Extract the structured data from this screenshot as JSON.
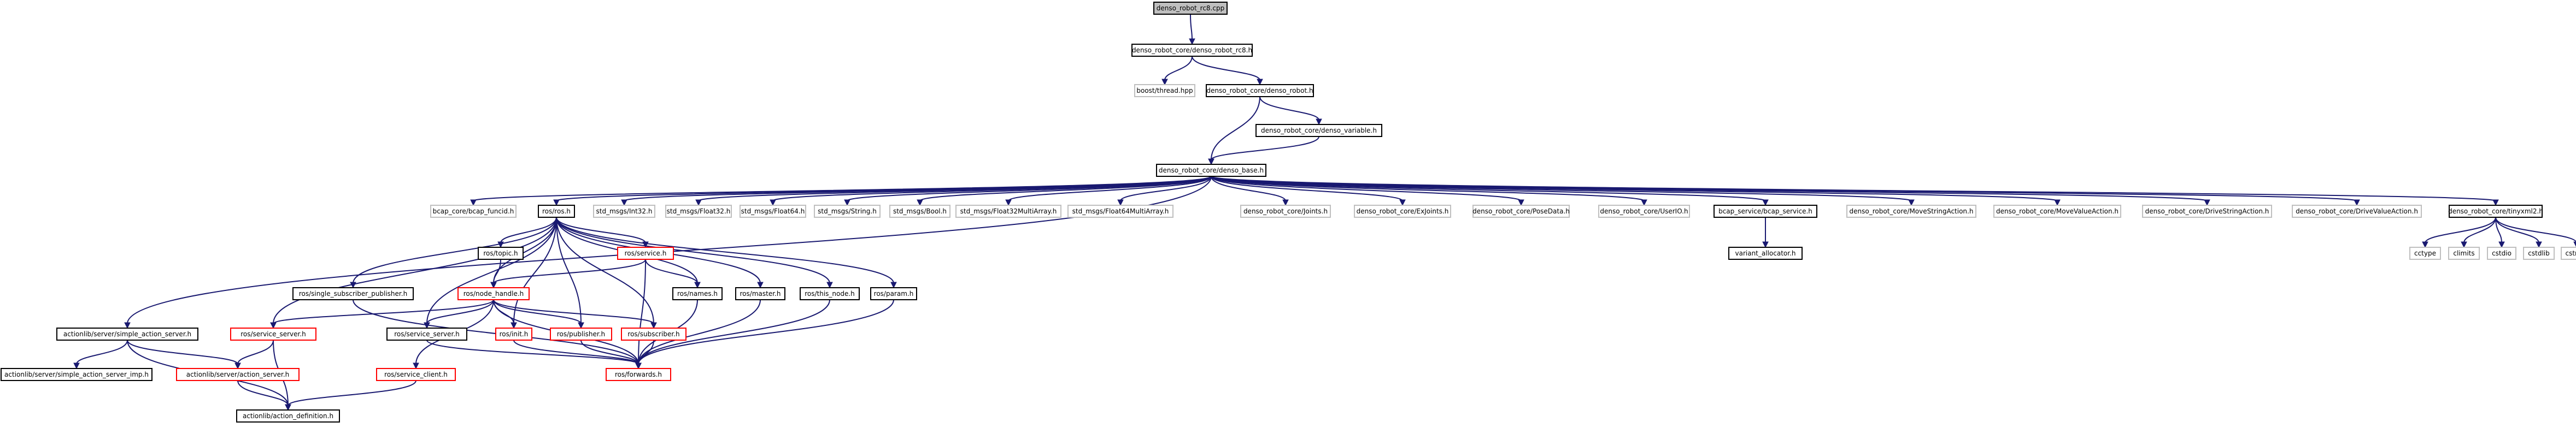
{
  "diagram": {
    "type": "include-dependency-graph",
    "colors": {
      "edge": "#191970",
      "border_default": "#000000",
      "border_truncated": "#ff0000",
      "border_external": "#bfbfbf",
      "fill_root": "#bfbfbf",
      "fill_default": "#ffffff",
      "text": "#000000",
      "text_external": "#000000"
    },
    "nodes": [
      {
        "id": "root",
        "label": "denso_robot_rc8.cpp",
        "style": "root"
      },
      {
        "id": "rc8h",
        "label": "denso_robot_core/denso_robot_rc8.h",
        "style": "default"
      },
      {
        "id": "thread",
        "label": "boost/thread.hpp",
        "style": "external"
      },
      {
        "id": "robot",
        "label": "denso_robot_core/denso_robot.h",
        "style": "default"
      },
      {
        "id": "variable",
        "label": "denso_robot_core/denso_variable.h",
        "style": "default"
      },
      {
        "id": "base",
        "label": "denso_robot_core/denso_base.h",
        "style": "default"
      },
      {
        "id": "bcapfuncid",
        "label": "bcap_core/bcap_funcid.h",
        "style": "external"
      },
      {
        "id": "ros",
        "label": "ros/ros.h",
        "style": "default"
      },
      {
        "id": "int32",
        "label": "std_msgs/Int32.h",
        "style": "external"
      },
      {
        "id": "float32",
        "label": "std_msgs/Float32.h",
        "style": "external"
      },
      {
        "id": "float64",
        "label": "std_msgs/Float64.h",
        "style": "external"
      },
      {
        "id": "string",
        "label": "std_msgs/String.h",
        "style": "external"
      },
      {
        "id": "bool",
        "label": "std_msgs/Bool.h",
        "style": "external"
      },
      {
        "id": "f32multi",
        "label": "std_msgs/Float32MultiArray.h",
        "style": "external"
      },
      {
        "id": "f64multi",
        "label": "std_msgs/Float64MultiArray.h",
        "style": "external"
      },
      {
        "id": "joints",
        "label": "denso_robot_core/Joints.h",
        "style": "external"
      },
      {
        "id": "exjoints",
        "label": "denso_robot_core/ExJoints.h",
        "style": "external"
      },
      {
        "id": "posedata",
        "label": "denso_robot_core/PoseData.h",
        "style": "external"
      },
      {
        "id": "userio",
        "label": "denso_robot_core/UserIO.h",
        "style": "external"
      },
      {
        "id": "bcapservice",
        "label": "bcap_service/bcap_service.h",
        "style": "default"
      },
      {
        "id": "movestring",
        "label": "denso_robot_core/MoveStringAction.h",
        "style": "external"
      },
      {
        "id": "movevalue",
        "label": "denso_robot_core/MoveValueAction.h",
        "style": "external"
      },
      {
        "id": "drivestring",
        "label": "denso_robot_core/DriveStringAction.h",
        "style": "external"
      },
      {
        "id": "drivevalue",
        "label": "denso_robot_core/DriveValueAction.h",
        "style": "external"
      },
      {
        "id": "tinyxml2",
        "label": "denso_robot_core/tinyxml2.h",
        "style": "default"
      },
      {
        "id": "variantalloc",
        "label": "variant_allocator.h",
        "style": "default"
      },
      {
        "id": "cctype",
        "label": "cctype",
        "style": "external"
      },
      {
        "id": "climits",
        "label": "climits",
        "style": "external"
      },
      {
        "id": "cstdio",
        "label": "cstdio",
        "style": "external"
      },
      {
        "id": "cstdlib",
        "label": "cstdlib",
        "style": "external"
      },
      {
        "id": "cstring",
        "label": "cstring",
        "style": "external"
      },
      {
        "id": "simpleserver",
        "label": "actionlib/server/simple_action_server.h",
        "style": "default"
      },
      {
        "id": "simpleserverimp",
        "label": "actionlib/server/simple_action_server_imp.h",
        "style": "default"
      },
      {
        "id": "actionserver",
        "label": "actionlib/server/action_server.h",
        "style": "truncated"
      },
      {
        "id": "actiondef",
        "label": "actionlib/action_definition.h",
        "style": "default"
      },
      {
        "id": "singlesub",
        "label": "ros/single_subscriber_publisher.h",
        "style": "default"
      },
      {
        "id": "topic",
        "label": "ros/topic.h",
        "style": "default"
      },
      {
        "id": "service",
        "label": "ros/service.h",
        "style": "truncated"
      },
      {
        "id": "nodehandle",
        "label": "ros/node_handle.h",
        "style": "truncated"
      },
      {
        "id": "servicesrv",
        "label": "ros/service_server.h",
        "style": "truncated"
      },
      {
        "id": "servicesrvh",
        "label": "ros/service_server.h",
        "style": "default"
      },
      {
        "id": "serviceclient",
        "label": "ros/service_client.h",
        "style": "truncated"
      },
      {
        "id": "init",
        "label": "ros/init.h",
        "style": "truncated"
      },
      {
        "id": "publisher",
        "label": "ros/publisher.h",
        "style": "truncated"
      },
      {
        "id": "subscriber",
        "label": "ros/subscriber.h",
        "style": "truncated"
      },
      {
        "id": "names",
        "label": "ros/names.h",
        "style": "default"
      },
      {
        "id": "master",
        "label": "ros/master.h",
        "style": "default"
      },
      {
        "id": "thisnode",
        "label": "ros/this_node.h",
        "style": "default"
      },
      {
        "id": "param",
        "label": "ros/param.h",
        "style": "default"
      },
      {
        "id": "forwards",
        "label": "ros/forwards.h",
        "style": "truncated"
      }
    ],
    "edges": [
      [
        "root",
        "rc8h"
      ],
      [
        "rc8h",
        "thread"
      ],
      [
        "rc8h",
        "robot"
      ],
      [
        "robot",
        "variable"
      ],
      [
        "robot",
        "base"
      ],
      [
        "variable",
        "base"
      ],
      [
        "base",
        "bcapfuncid"
      ],
      [
        "base",
        "ros"
      ],
      [
        "base",
        "int32"
      ],
      [
        "base",
        "float32"
      ],
      [
        "base",
        "float64"
      ],
      [
        "base",
        "string"
      ],
      [
        "base",
        "bool"
      ],
      [
        "base",
        "f32multi"
      ],
      [
        "base",
        "f64multi"
      ],
      [
        "base",
        "joints"
      ],
      [
        "base",
        "exjoints"
      ],
      [
        "base",
        "posedata"
      ],
      [
        "base",
        "userio"
      ],
      [
        "base",
        "bcapservice"
      ],
      [
        "base",
        "movestring"
      ],
      [
        "base",
        "movevalue"
      ],
      [
        "base",
        "drivestring"
      ],
      [
        "base",
        "drivevalue"
      ],
      [
        "base",
        "tinyxml2"
      ],
      [
        "base",
        "simpleserver"
      ],
      [
        "bcapservice",
        "variantalloc"
      ],
      [
        "tinyxml2",
        "cctype"
      ],
      [
        "tinyxml2",
        "climits"
      ],
      [
        "tinyxml2",
        "cstdio"
      ],
      [
        "tinyxml2",
        "cstdlib"
      ],
      [
        "tinyxml2",
        "cstring"
      ],
      [
        "ros",
        "singlesub"
      ],
      [
        "ros",
        "topic"
      ],
      [
        "ros",
        "service"
      ],
      [
        "ros",
        "nodehandle"
      ],
      [
        "ros",
        "servicesrvh"
      ],
      [
        "ros",
        "init"
      ],
      [
        "ros",
        "publisher"
      ],
      [
        "ros",
        "subscriber"
      ],
      [
        "ros",
        "names"
      ],
      [
        "ros",
        "master"
      ],
      [
        "ros",
        "thisnode"
      ],
      [
        "ros",
        "param"
      ],
      [
        "ros",
        "servicesrv"
      ],
      [
        "topic",
        "nodehandle"
      ],
      [
        "service",
        "nodehandle"
      ],
      [
        "service",
        "names"
      ],
      [
        "service",
        "forwards"
      ],
      [
        "nodehandle",
        "servicesrv"
      ],
      [
        "nodehandle",
        "servicesrvh"
      ],
      [
        "nodehandle",
        "serviceclient"
      ],
      [
        "nodehandle",
        "init"
      ],
      [
        "nodehandle",
        "publisher"
      ],
      [
        "nodehandle",
        "subscriber"
      ],
      [
        "nodehandle",
        "forwards"
      ],
      [
        "singlesub",
        "forwards"
      ],
      [
        "servicesrvh",
        "forwards"
      ],
      [
        "init",
        "forwards"
      ],
      [
        "publisher",
        "forwards"
      ],
      [
        "subscriber",
        "forwards"
      ],
      [
        "names",
        "forwards"
      ],
      [
        "master",
        "forwards"
      ],
      [
        "thisnode",
        "forwards"
      ],
      [
        "param",
        "forwards"
      ],
      [
        "simpleserver",
        "simpleserverimp"
      ],
      [
        "simpleserver",
        "actionserver"
      ],
      [
        "simpleserver",
        "actiondef"
      ],
      [
        "actionserver",
        "actiondef"
      ],
      [
        "servicesrv",
        "actionserver"
      ],
      [
        "servicesrv",
        "actiondef"
      ],
      [
        "serviceclient",
        "actiondef"
      ]
    ]
  }
}
